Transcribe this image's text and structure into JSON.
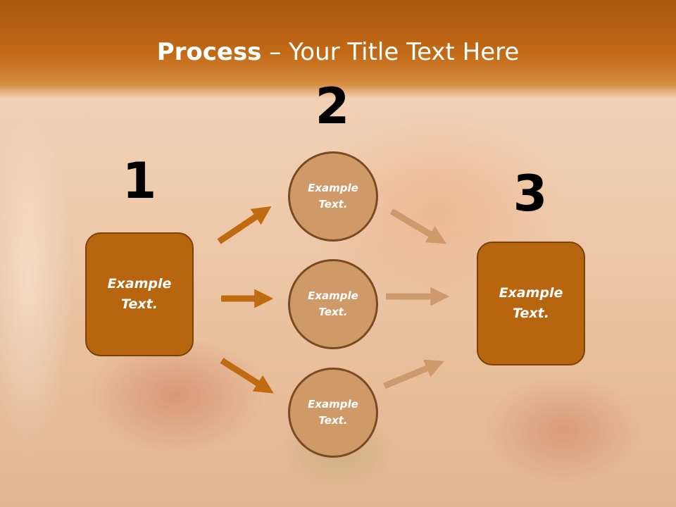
{
  "slide": {
    "title_bold": "Process",
    "title_rest": " – Your Title Text Here"
  },
  "diagram": {
    "step_numbers": [
      "1",
      "2",
      "3"
    ],
    "left_box": "Example\nText.",
    "circles": [
      "Example\nText.",
      "Example\nText.",
      "Example\nText."
    ],
    "right_box": "Example\nText."
  },
  "colors": {
    "header": "#c26a17",
    "box_fill": "#b8650f",
    "circle_fill": "#d09a68",
    "arrow_dark": "#c06a12",
    "arrow_light": "#cf9a6b"
  }
}
